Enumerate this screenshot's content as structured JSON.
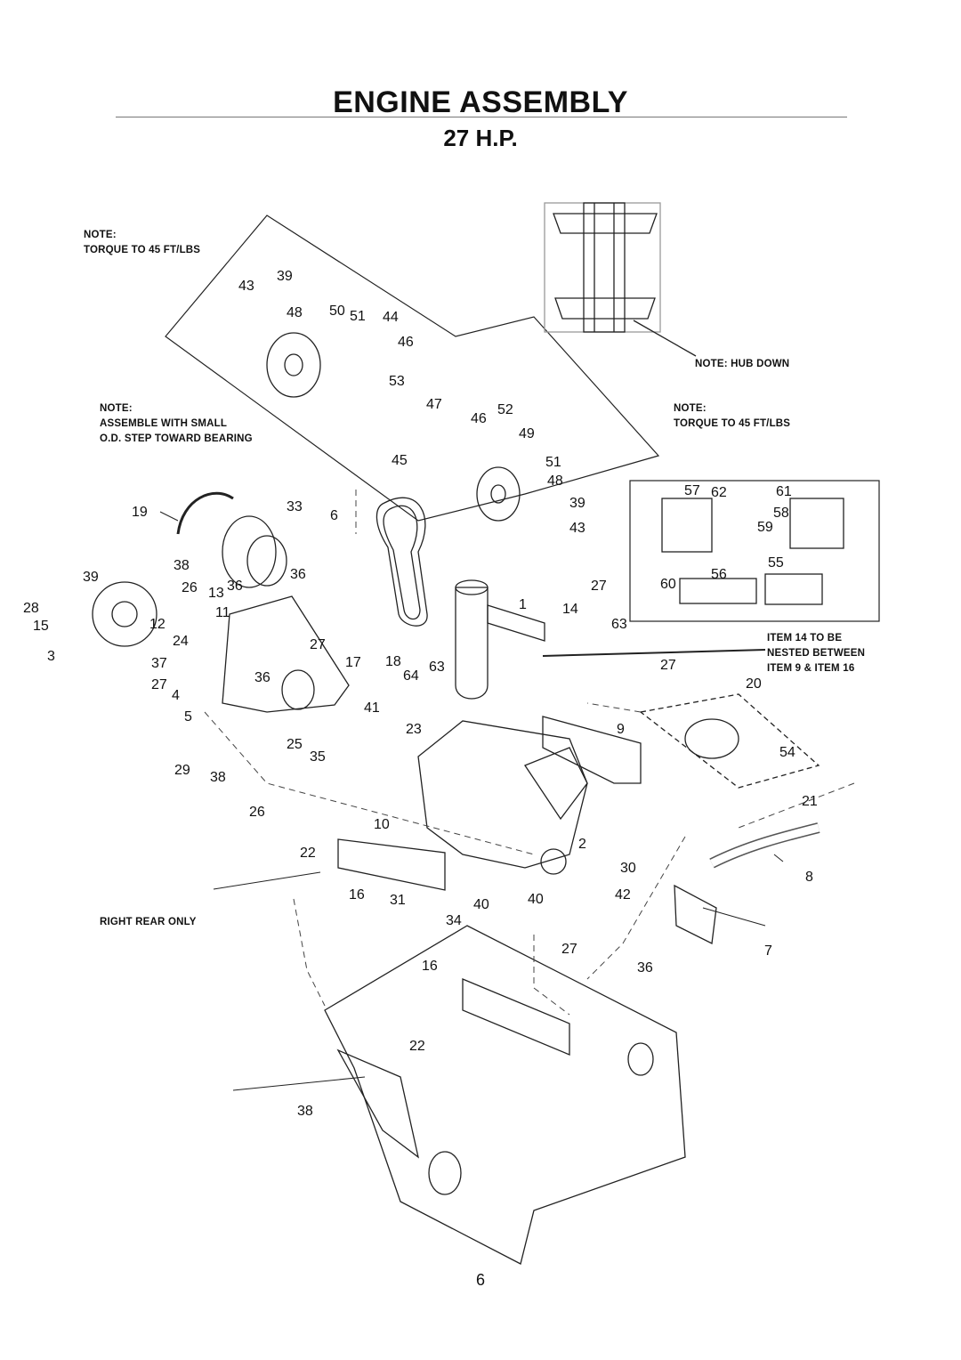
{
  "page": {
    "title": "ENGINE ASSEMBLY",
    "subtitle": "27 H.P.",
    "page_number": "6"
  },
  "notes": {
    "torque_left": {
      "label": "NOTE:",
      "text": "TORQUE TO 45 FT/LBS"
    },
    "assemble": {
      "label": "NOTE:",
      "line1": "ASSEMBLE WITH SMALL",
      "line2": "O.D. STEP TOWARD BEARING"
    },
    "hub_down": "NOTE: HUB DOWN",
    "torque_right": {
      "label": "NOTE:",
      "text": "TORQUE TO 45 FT/LBS"
    },
    "item14": {
      "line1": "ITEM 14 TO BE",
      "line2": "NESTED BETWEEN",
      "line3": "ITEM 9 & ITEM 16"
    },
    "right_rear": "RIGHT REAR ONLY"
  },
  "callouts": [
    "43",
    "39",
    "48",
    "50",
    "51",
    "44",
    "46",
    "53",
    "47",
    "46",
    "52",
    "49",
    "45",
    "51",
    "48",
    "39",
    "43",
    "19",
    "33",
    "6",
    "38",
    "36",
    "39",
    "26",
    "13",
    "36",
    "28",
    "11",
    "15",
    "12",
    "24",
    "27",
    "3",
    "37",
    "17",
    "18",
    "64",
    "63",
    "36",
    "27",
    "4",
    "5",
    "41",
    "23",
    "25",
    "35",
    "29",
    "38",
    "26",
    "10",
    "22",
    "2",
    "16",
    "31",
    "40",
    "40",
    "30",
    "42",
    "34",
    "27",
    "36",
    "16",
    "7",
    "22",
    "38",
    "1",
    "14",
    "27",
    "63",
    "9",
    "27",
    "20",
    "54",
    "21",
    "8",
    "57",
    "62",
    "61",
    "58",
    "59",
    "55",
    "60",
    "56"
  ]
}
